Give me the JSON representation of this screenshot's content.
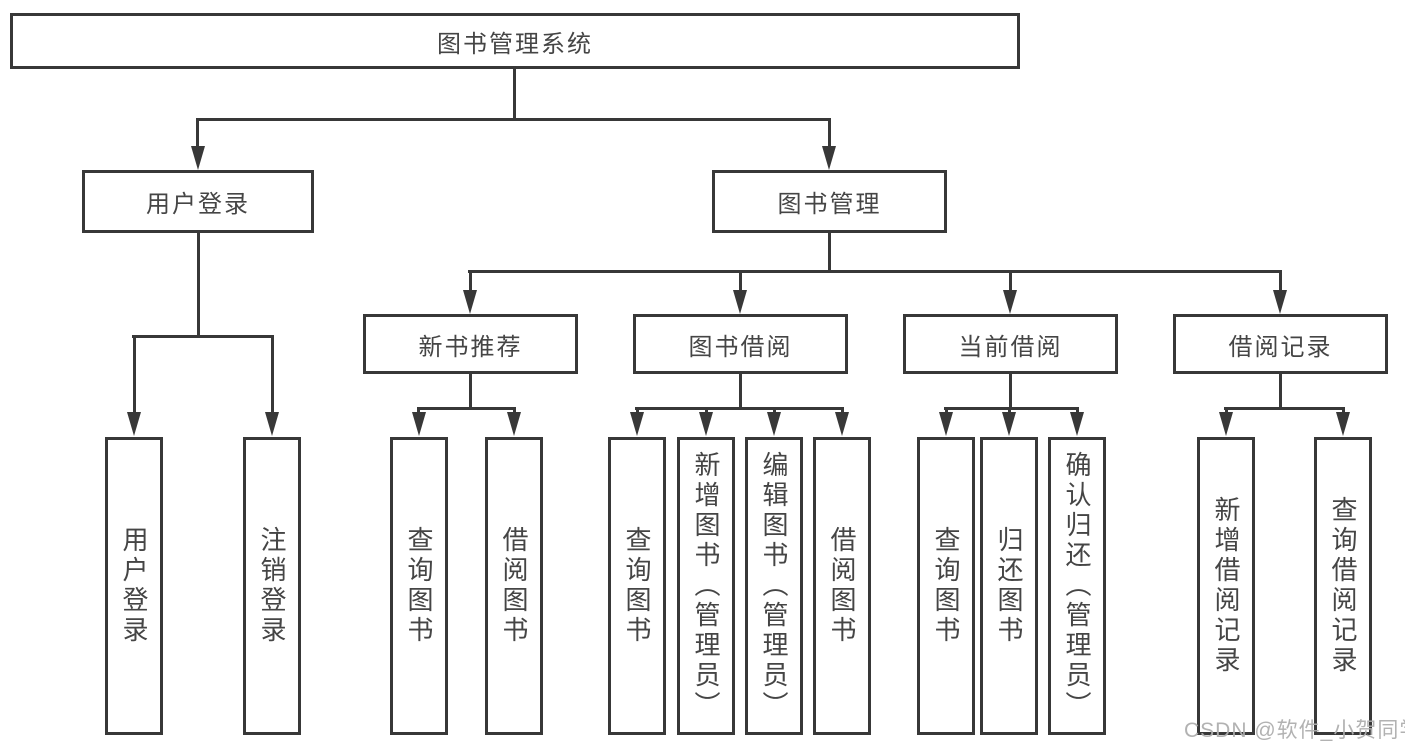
{
  "diagram": {
    "title": "图书管理系统",
    "watermark": "CSDN @软件_小贺同学",
    "colors": {
      "line": "#383838",
      "text": "#454545",
      "background": "#ffffff",
      "watermark": "#aeaeae"
    },
    "tree": {
      "label": "图书管理系统",
      "children": [
        {
          "label": "用户登录",
          "children": [
            {
              "label": "用户登录"
            },
            {
              "label": "注销登录"
            }
          ]
        },
        {
          "label": "图书管理",
          "children": [
            {
              "label": "新书推荐",
              "children": [
                {
                  "label": "查询图书"
                },
                {
                  "label": "借阅图书"
                }
              ]
            },
            {
              "label": "图书借阅",
              "children": [
                {
                  "label": "查询图书"
                },
                {
                  "label": "新增图书（管理员）"
                },
                {
                  "label": "编辑图书（管理员）"
                },
                {
                  "label": "借阅图书"
                }
              ]
            },
            {
              "label": "当前借阅",
              "children": [
                {
                  "label": "查询图书"
                },
                {
                  "label": "归还图书"
                },
                {
                  "label": "确认归还（管理员）"
                }
              ]
            },
            {
              "label": "借阅记录",
              "children": [
                {
                  "label": "新增借阅记录"
                },
                {
                  "label": "查询借阅记录"
                }
              ]
            }
          ]
        }
      ]
    }
  }
}
